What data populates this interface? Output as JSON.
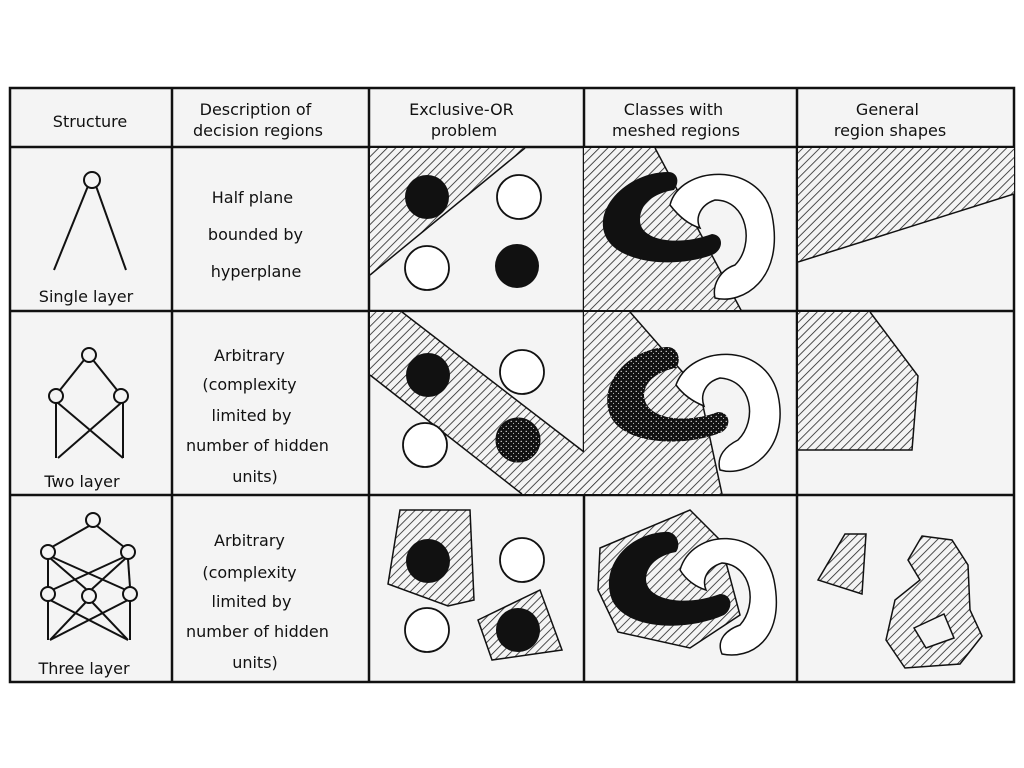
{
  "headers": [
    [
      "Structure"
    ],
    [
      "Description of",
      "decision regions"
    ],
    [
      "Exclusive-OR",
      "problem"
    ],
    [
      "Classes with",
      "meshed regions"
    ],
    [
      "General",
      "region shapes"
    ]
  ],
  "rows": [
    {
      "structure_label": "Single layer",
      "description": [
        "Half plane",
        "bounded by",
        "hyperplane"
      ]
    },
    {
      "structure_label": "Two layer",
      "description": [
        "Arbitrary",
        "(complexity",
        "limited by",
        "number of hidden",
        "units)"
      ]
    },
    {
      "structure_label": "Three layer",
      "description": [
        "Arbitrary",
        "(complexity",
        "limited by",
        "number of hidden",
        "units)"
      ]
    }
  ],
  "colors": {
    "ink": "#111111",
    "paper": "#f4f4f4",
    "hatch": "#222222"
  }
}
